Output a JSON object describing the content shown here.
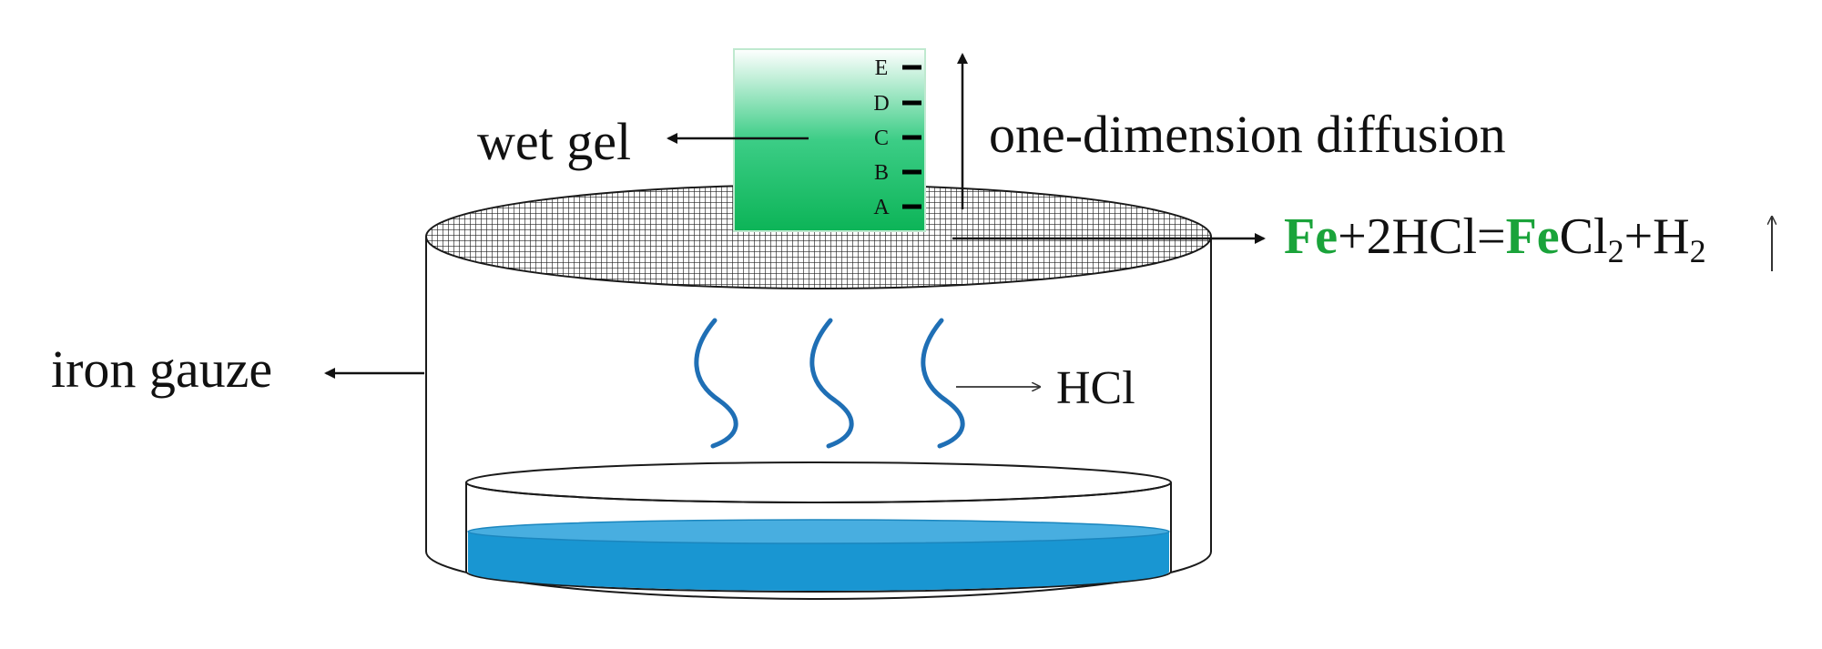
{
  "labels": {
    "wet_gel": "wet gel",
    "diffusion": "one-dimension diffusion",
    "iron_gauze": "iron gauze",
    "hcl": "HCl"
  },
  "ticks": [
    "E",
    "D",
    "C",
    "B",
    "A"
  ],
  "equation": {
    "fe1": "Fe",
    "mid": "+2HCl=",
    "fe2": "Fe",
    "cl": "Cl",
    "sub2a": "2",
    "plus_h": "+H",
    "sub2b": "2"
  },
  "colors": {
    "fe_green": "#1aa33a",
    "gel_top": "#ffffff",
    "gel_bottom": "#0cb457",
    "liquid_blue": "#1996d2",
    "wave_blue": "#1f6fb5",
    "outline": "#1a1a1a"
  }
}
